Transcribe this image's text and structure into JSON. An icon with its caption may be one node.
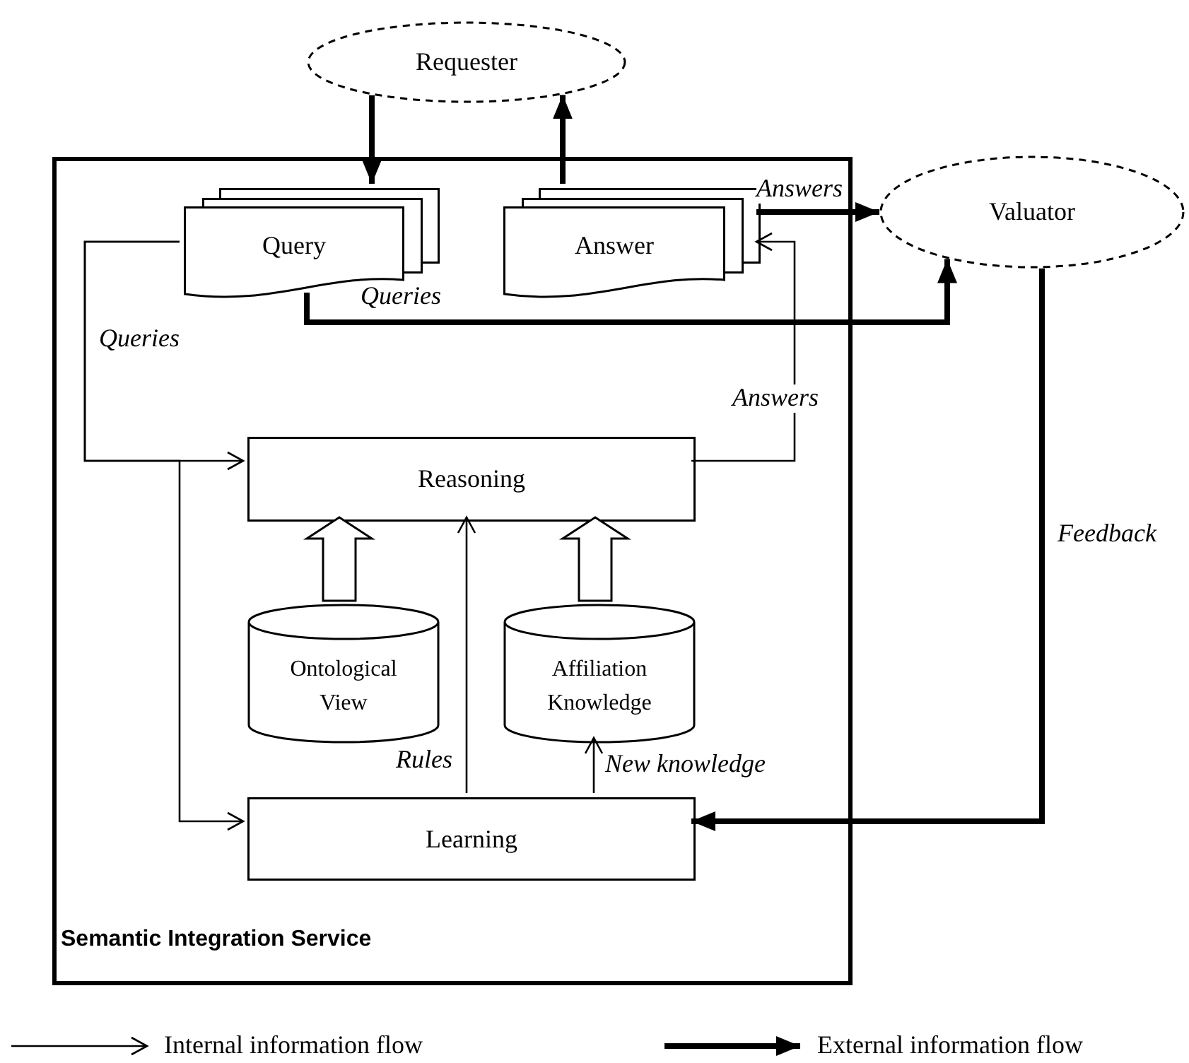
{
  "diagram": {
    "nodes": [
      {
        "text": [
          "Requester"
        ]
      },
      {
        "text": [
          "Semantic Integration Service"
        ]
      },
      {
        "text": [
          "Query"
        ],
        "in": 1
      },
      {
        "text": [
          "Answer"
        ],
        "in": 1
      },
      {
        "text": [
          "Valuator"
        ]
      },
      {
        "text": [
          "Reasoning"
        ],
        "in": 1
      },
      {
        "text": [
          "Ontological View"
        ],
        "in": 1
      },
      {
        "text": [
          "Affiliation Knowledge"
        ],
        "in": 1
      },
      {
        "text": [
          "Learning"
        ],
        "in": 1
      }
    ],
    "edges": [
      {
        "from": 0,
        "to": 2,
        "arrow": "to",
        "style": "thick"
      },
      {
        "from": 3,
        "to": 0,
        "arrow": "to",
        "style": "thick"
      },
      {
        "from": 3,
        "to": 4,
        "arrow": "to",
        "style": "thick",
        "label": "Answers"
      },
      {
        "from": 2,
        "to": 4,
        "arrow": "to",
        "style": "thick",
        "label": "Queries"
      },
      {
        "from": 2,
        "to": 5,
        "arrow": "to",
        "label": "Queries"
      },
      {
        "from": 2,
        "to": 8,
        "arrow": "to"
      },
      {
        "from": 5,
        "to": 3,
        "arrow": "to",
        "label": "Answers"
      },
      {
        "from": 6,
        "to": 5,
        "arrow": "to",
        "style": "thick",
        "color": "#ffffff"
      },
      {
        "from": 7,
        "to": 5,
        "arrow": "to",
        "style": "thick",
        "color": "#ffffff"
      },
      {
        "from": 8,
        "to": 5,
        "arrow": "to",
        "label": "Rules"
      },
      {
        "from": 8,
        "to": 7,
        "arrow": "to",
        "label": "New knowledge"
      },
      {
        "from": 4,
        "to": 8,
        "arrow": "to",
        "style": "thick",
        "label": "Feedback"
      }
    ],
    "legend": [
      {
        "text": "Internal information flow"
      },
      {
        "text": "External information flow"
      }
    ]
  }
}
